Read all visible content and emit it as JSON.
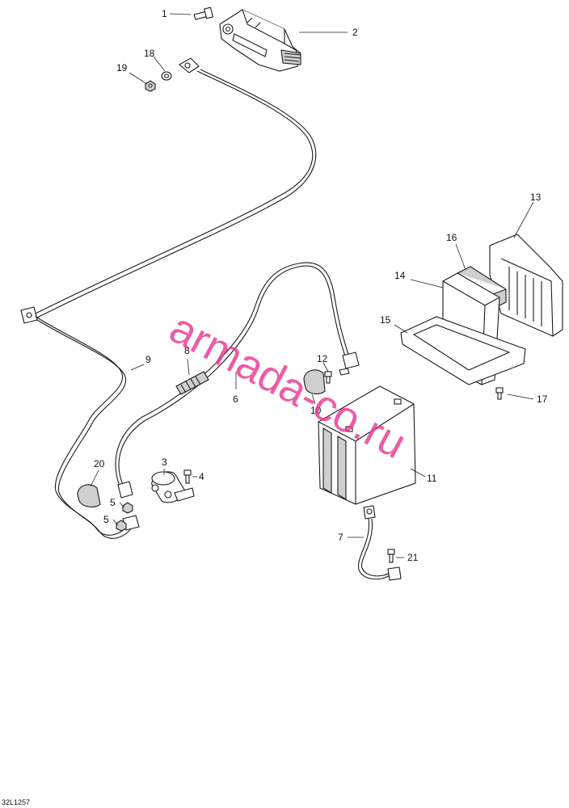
{
  "diagram": {
    "drawing_id": "32L1257",
    "watermark": "armada-co.ru",
    "callouts": [
      "1",
      "2",
      "3",
      "4",
      "5",
      "5",
      "6",
      "7",
      "8",
      "9",
      "10",
      "11",
      "12",
      "13",
      "14",
      "15",
      "16",
      "17",
      "18",
      "19",
      "20",
      "21"
    ]
  }
}
